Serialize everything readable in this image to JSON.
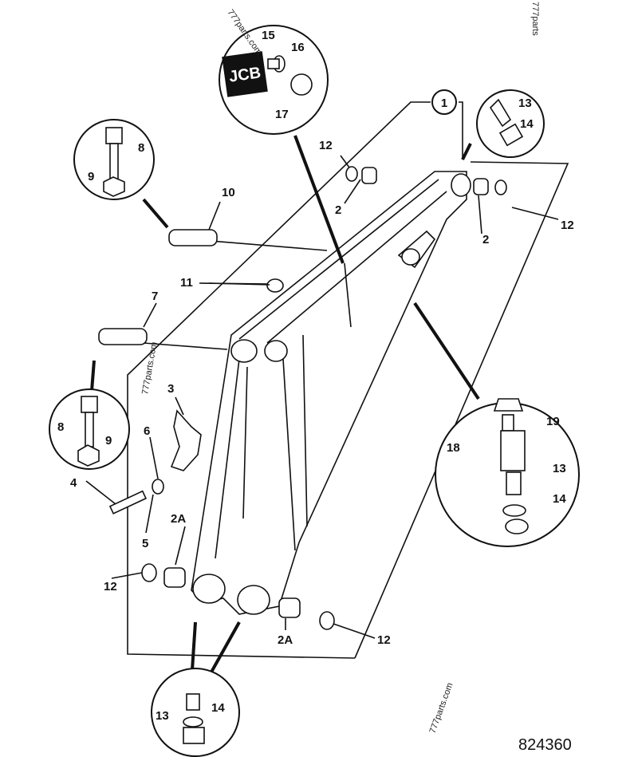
{
  "labels": {
    "l1": "1",
    "l2a": "2",
    "l2b": "2",
    "l2A_a": "2A",
    "l2A_b": "2A",
    "l3": "3",
    "l4": "4",
    "l5": "5",
    "l6": "6",
    "l7": "7",
    "l8a": "8",
    "l8b": "8",
    "l9a": "9",
    "l9b": "9",
    "l10": "10",
    "l11": "11",
    "l12a": "12",
    "l12b": "12",
    "l12c": "12",
    "l12d": "12",
    "l13a": "13",
    "l13b": "13",
    "l13c": "13",
    "l14a": "14",
    "l14b": "14",
    "l14c": "14",
    "l15": "15",
    "l16": "16",
    "l17": "17",
    "l18": "18",
    "l19": "19"
  },
  "logo": "JCB",
  "watermarks": [
    "777parts.com",
    "777parts",
    "777parts.com",
    "777parts.com"
  ],
  "reference_number": "824360"
}
